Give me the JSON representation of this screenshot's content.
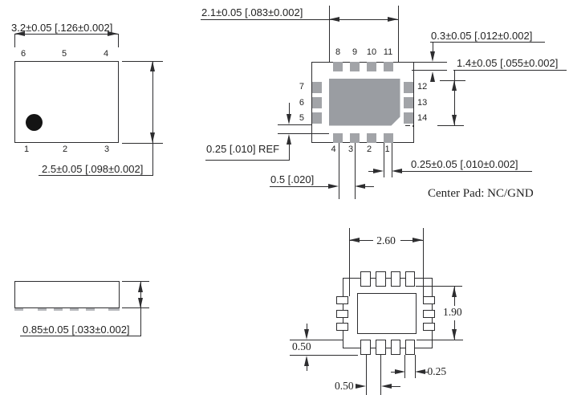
{
  "colors": {
    "line": "#2d2d2f",
    "text": "#232323",
    "bg": "#ffffff",
    "pad_gray": "#a2a4a8",
    "pad_center": "#9a9da2",
    "pad_light": "#b4b6b9"
  },
  "top_view": {
    "dim_width": "3.2±0.05 [.126±0.002]",
    "dim_height": "2.5±0.05 [.098±0.002]",
    "top_pins": [
      "6",
      "5",
      "4"
    ],
    "bottom_pins": [
      "1",
      "2",
      "3"
    ]
  },
  "bottom_view": {
    "dim_center_pad_width": "2.1±0.05 [.083±0.002]",
    "dim_pad_length": "0.3±0.05 [.012±0.002]",
    "dim_center_pad_height": "1.4±0.05 [.055±0.002]",
    "dim_gap_ref": "0.25 [.010] REF",
    "dim_pad_pitch": "0.5 [.020]",
    "dim_pad_width": "0.25±0.05 [.010±0.002]",
    "center_pad_note": "Center Pad: NC/GND",
    "top_pins": [
      "8",
      "9",
      "10",
      "11"
    ],
    "left_pins": [
      "7",
      "6",
      "5"
    ],
    "right_pins": [
      "12",
      "13",
      "14"
    ],
    "bottom_pins": [
      "4",
      "3",
      "2",
      "1"
    ]
  },
  "side_view": {
    "dim_height": "0.85±0.05 [.033±0.002]"
  },
  "land_pattern": {
    "dim_width": "2.60",
    "dim_height": "1.90",
    "dim_pad_length": "0.50",
    "dim_pad_pitch": "0.50",
    "dim_pad_width": "0.25"
  }
}
